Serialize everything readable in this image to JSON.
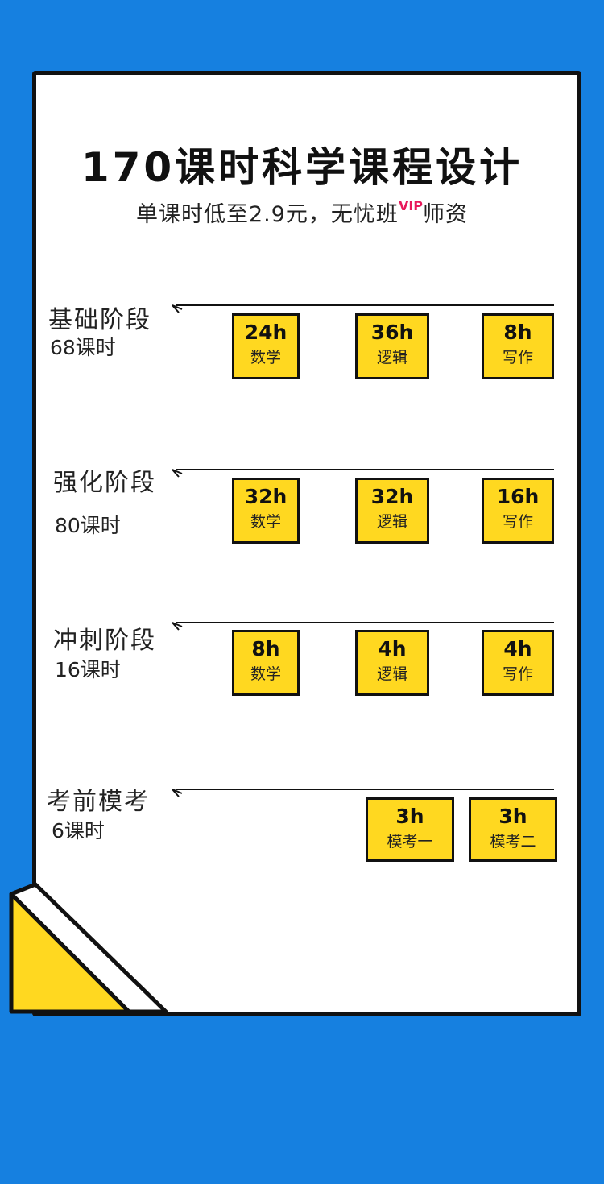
{
  "header": {
    "title": "170课时科学课程设计",
    "subtitle_prefix": "单课时低至2.9元，无忧班",
    "subtitle_vip": "VIP",
    "subtitle_suffix": "师资"
  },
  "colors": {
    "background": "#1680e0",
    "card": "#ffffff",
    "box_fill": "#ffd820",
    "accent_vip": "#e8185a",
    "outline": "#111111"
  },
  "stages": [
    {
      "name": "基础阶段",
      "hours": "68课时",
      "items": [
        {
          "hours": "24h",
          "subject": "数学"
        },
        {
          "hours": "36h",
          "subject": "逻辑"
        },
        {
          "hours": "8h",
          "subject": "写作"
        }
      ]
    },
    {
      "name": "强化阶段",
      "hours": "80课时",
      "items": [
        {
          "hours": "32h",
          "subject": "数学"
        },
        {
          "hours": "32h",
          "subject": "逻辑"
        },
        {
          "hours": "16h",
          "subject": "写作"
        }
      ]
    },
    {
      "name": "冲刺阶段",
      "hours": "16课时",
      "items": [
        {
          "hours": "8h",
          "subject": "数学"
        },
        {
          "hours": "4h",
          "subject": "逻辑"
        },
        {
          "hours": "4h",
          "subject": "写作"
        }
      ]
    },
    {
      "name": "考前模考",
      "hours": "6课时",
      "items": [
        {
          "hours": "3h",
          "subject": "模考一"
        },
        {
          "hours": "3h",
          "subject": "模考二"
        }
      ]
    }
  ]
}
